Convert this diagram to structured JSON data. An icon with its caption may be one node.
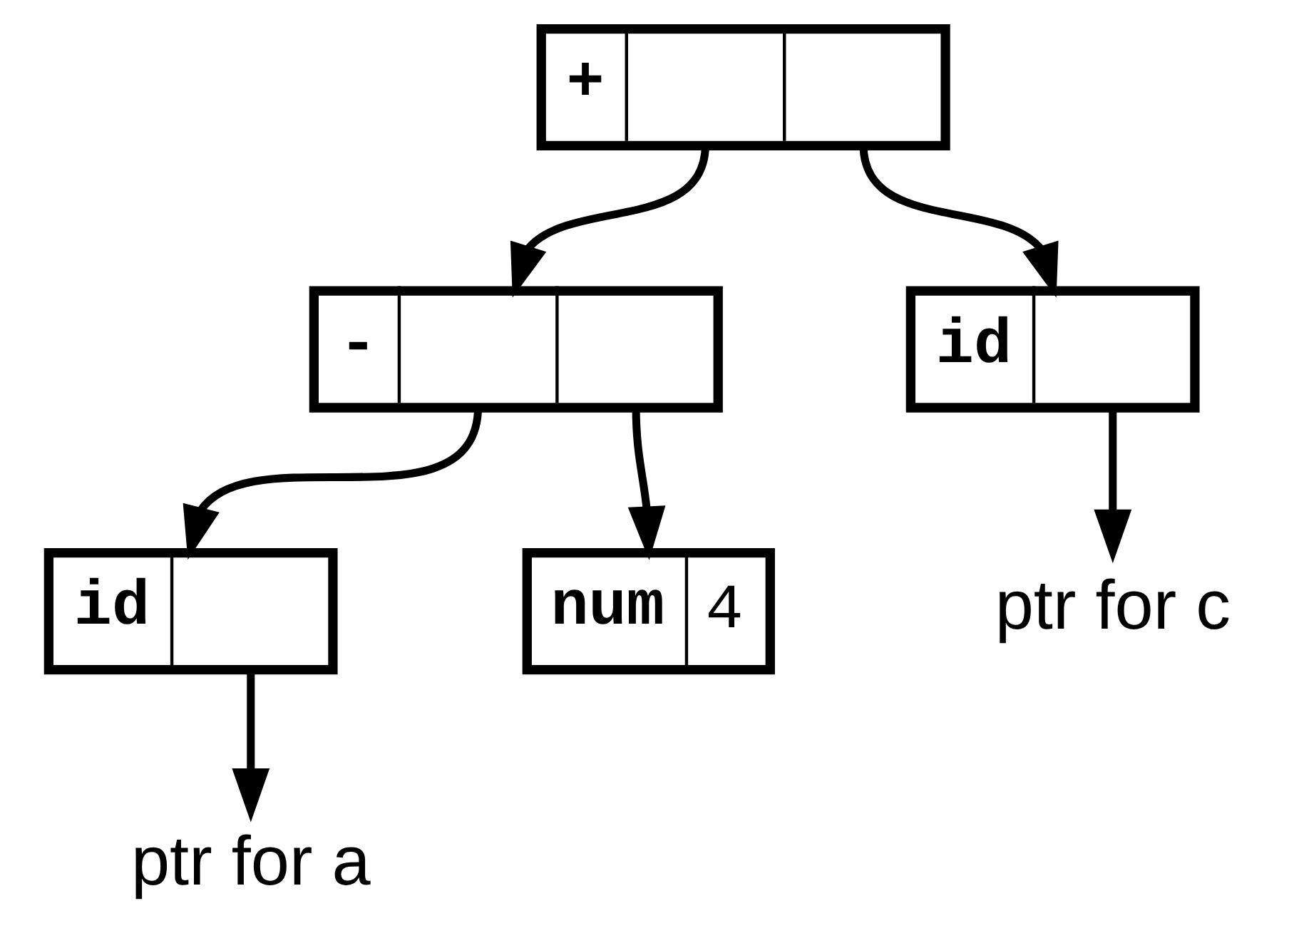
{
  "diagram": {
    "nodes": [
      {
        "text": [
          "+"
        ]
      },
      {
        "text": [
          "-"
        ]
      },
      {
        "text": [
          "id"
        ]
      },
      {
        "text": [
          "id"
        ]
      },
      {
        "text": [
          "num",
          "4"
        ]
      },
      {
        "text": [
          "ptr for c"
        ]
      },
      {
        "text": [
          "ptr for a"
        ]
      }
    ],
    "edges": [
      {
        "from": 0,
        "to": 1,
        "arrow": "to"
      },
      {
        "from": 0,
        "to": 2,
        "arrow": "to"
      },
      {
        "from": 1,
        "to": 3,
        "arrow": "to"
      },
      {
        "from": 1,
        "to": 4,
        "arrow": "to"
      },
      {
        "from": 2,
        "to": 5,
        "arrow": "to"
      },
      {
        "from": 3,
        "to": 6,
        "arrow": "to"
      }
    ]
  }
}
